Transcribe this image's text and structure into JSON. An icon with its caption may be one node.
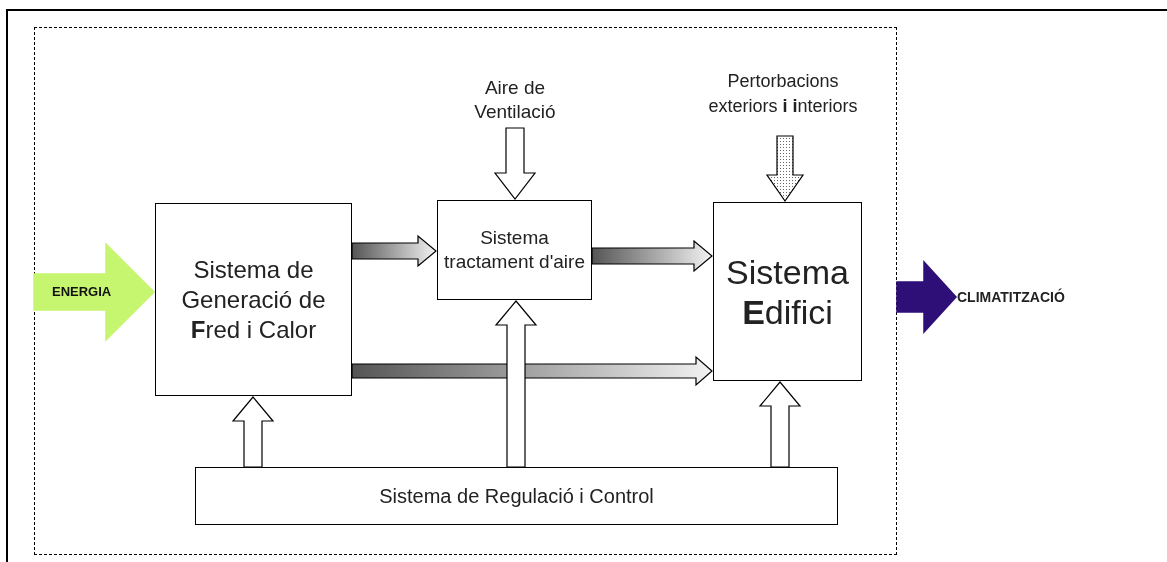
{
  "diagram": {
    "nodes": [
      {
        "text": [],
        "shape": "box"
      },
      {
        "text": [
          "Sistema de Generació de **F**red i Calor"
        ],
        "in": 0
      },
      {
        "text": [
          "Aire de Ventilació"
        ],
        "in": 0
      },
      {
        "text": [
          "Sistema tractament d'aire"
        ],
        "in": 0
      },
      {
        "text": [
          "Pertorbacions exteriors **i** **i**nteriors"
        ],
        "in": 0
      },
      {
        "text": [
          "Sistema **E**difici"
        ],
        "in": 0
      },
      {
        "text": [
          "Sistema de Regulació i Control"
        ],
        "in": 0
      },
      {
        "text": [
          "CLIMATITZACIÓ"
        ]
      }
    ],
    "edges": [
      {
        "from": null,
        "to": 1,
        "arrow": "to",
        "label": "ENERGIA",
        "style": "thick",
        "color": "#c6f56f"
      },
      {
        "from": 1,
        "to": 3,
        "arrow": "to"
      },
      {
        "from": 3,
        "to": 5,
        "arrow": "to"
      },
      {
        "from": 1,
        "to": 5,
        "arrow": "to"
      },
      {
        "from": 2,
        "to": 3,
        "arrow": "to"
      },
      {
        "from": 4,
        "to": 5,
        "arrow": "to"
      },
      {
        "from": 6,
        "to": 1,
        "arrow": "to"
      },
      {
        "from": 6,
        "to": 3,
        "arrow": "to"
      },
      {
        "from": 6,
        "to": 5,
        "arrow": "to"
      },
      {
        "from": 0,
        "to": 7,
        "arrow": "to",
        "style": "thick",
        "color": "#2e0f78"
      }
    ]
  }
}
